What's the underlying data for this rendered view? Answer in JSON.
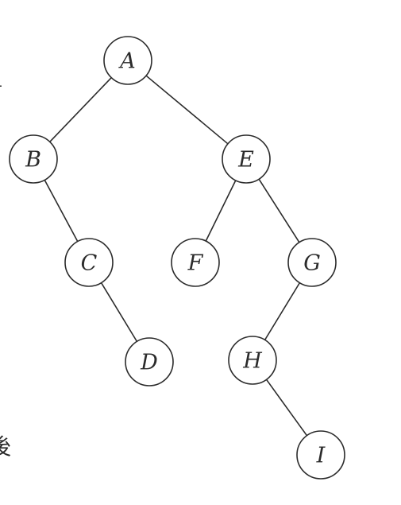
{
  "diagram": {
    "type": "binary-tree",
    "nodes": [
      {
        "id": "A",
        "label": "A"
      },
      {
        "id": "B",
        "label": "B"
      },
      {
        "id": "E",
        "label": "E"
      },
      {
        "id": "C",
        "label": "C"
      },
      {
        "id": "F",
        "label": "F"
      },
      {
        "id": "G",
        "label": "G"
      },
      {
        "id": "D",
        "label": "D"
      },
      {
        "id": "H",
        "label": "H"
      },
      {
        "id": "I",
        "label": "I"
      }
    ],
    "edges": [
      {
        "from": "A",
        "to": "B"
      },
      {
        "from": "A",
        "to": "E"
      },
      {
        "from": "B",
        "to": "C"
      },
      {
        "from": "C",
        "to": "D"
      },
      {
        "from": "E",
        "to": "F"
      },
      {
        "from": "E",
        "to": "G"
      },
      {
        "from": "G",
        "to": "H"
      },
      {
        "from": "H",
        "to": "I"
      }
    ]
  },
  "margin_fragments": {
    "top": "a",
    "bottom": "後"
  }
}
